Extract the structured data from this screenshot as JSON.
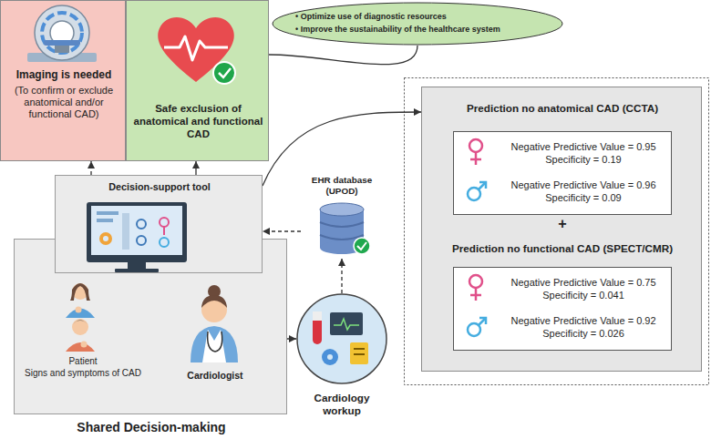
{
  "diagram": {
    "nodes": [
      {
        "text": [
          "Imaging is needed",
          "(To confirm or exclude anatomical and/or functional CAD)"
        ]
      },
      {
        "text": [
          "Safe exclusion of anatomical and functional CAD"
        ]
      },
      {
        "text": [
          "• Optimize use of diagnostic resources",
          "• Improve the sustainability of the healthcare system"
        ]
      },
      {
        "text": [
          "Prediction no anatomical CAD (CCTA)",
          "+",
          "Prediction no functional CAD (SPECT/CMR)"
        ]
      },
      {
        "text": [
          "Negative Predictive Value = 0.95",
          "Specificity = 0.19",
          "Negative Predictive Value = 0.96",
          "Specificity = 0.09"
        ],
        "in": 3
      },
      {
        "text": [
          "Negative Predictive Value = 0.75",
          "Specificity = 0.041",
          "Negative Predictive Value = 0.92",
          "Specificity = 0.026"
        ],
        "in": 3
      },
      {
        "text": [
          "Decision-support tool"
        ]
      },
      {
        "text": [
          "Patient",
          "Signs and symptoms of CAD",
          "Cardiologist",
          "Shared Decision-making"
        ]
      },
      {
        "text": [
          "EHR database (UPOD)"
        ]
      },
      {
        "text": [
          "Cardiology workup"
        ]
      }
    ],
    "edges": [
      {
        "from": 6,
        "to": 0,
        "arrow": "to"
      },
      {
        "from": 6,
        "to": 1,
        "arrow": "to"
      },
      {
        "from": 1,
        "to": 2,
        "arrow": "none"
      },
      {
        "from": 6,
        "to": 3,
        "arrow": "to"
      },
      {
        "from": 7,
        "to": 9,
        "arrow": "to"
      },
      {
        "from": 9,
        "to": 8,
        "arrow": "to"
      },
      {
        "from": 8,
        "to": 6,
        "arrow": "to"
      }
    ]
  }
}
